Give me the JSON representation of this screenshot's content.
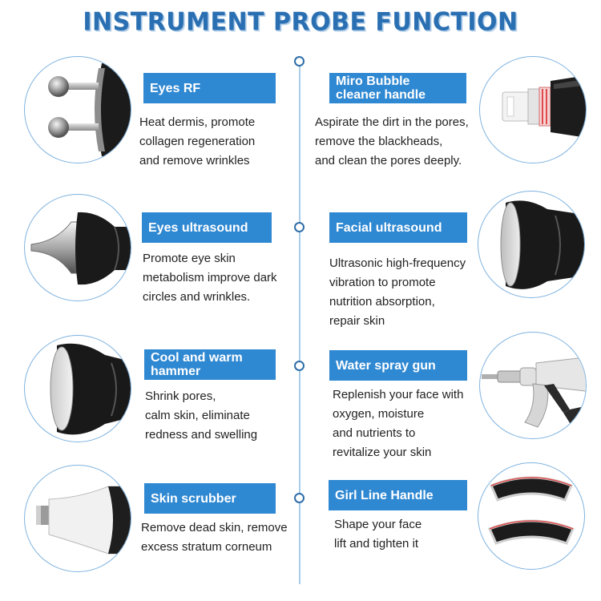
{
  "title": "INSTRUMENT PROBE FUNCTION",
  "items": [
    {
      "name": "Eyes RF",
      "desc": [
        "Heat dermis, promote",
        "collagen regeneration",
        "and remove wrinkles"
      ],
      "icon": "eyes-rf-probe-icon"
    },
    {
      "name": "Miro Bubble\ncleaner handle",
      "name_lines": [
        "Miro Bubble",
        "cleaner handle"
      ],
      "desc": [
        "Aspirate the dirt in the pores,",
        "remove the blackheads,",
        "and clean the pores deeply."
      ],
      "icon": "bubble-cleaner-handle-icon"
    },
    {
      "name": "Eyes ultrasound",
      "desc": [
        "Promote eye skin",
        "metabolism improve dark",
        "circles and wrinkles."
      ],
      "icon": "eyes-ultrasound-probe-icon"
    },
    {
      "name": "Facial ultrasound",
      "desc": [
        "Ultrasonic high-frequency",
        "vibration to promote",
        "nutrition absorption,",
        "repair skin"
      ],
      "icon": "facial-ultrasound-probe-icon"
    },
    {
      "name_lines": [
        "Cool and warm",
        "hammer"
      ],
      "desc": [
        "Shrink pores,",
        "calm skin, eliminate",
        "redness and swelling"
      ],
      "icon": "cool-warm-hammer-icon"
    },
    {
      "name": "Water spray gun",
      "desc": [
        "Replenish your face with",
        "oxygen, moisture",
        "and nutrients to",
        "revitalize your skin"
      ],
      "icon": "water-spray-gun-icon"
    },
    {
      "name": "Skin scrubber",
      "desc": [
        "Remove dead skin, remove",
        "excess stratum corneum"
      ],
      "icon": "skin-scrubber-icon"
    },
    {
      "name": "Girl Line Handle",
      "desc": [
        "Shape your face",
        "lift and tighten it"
      ],
      "icon": "girl-line-handle-icon"
    }
  ],
  "colors": {
    "title": "#2a6fb2",
    "label_bg": "#2f88d2",
    "timeline": "#a9cce9",
    "circle_border": "#7fb3e0"
  }
}
